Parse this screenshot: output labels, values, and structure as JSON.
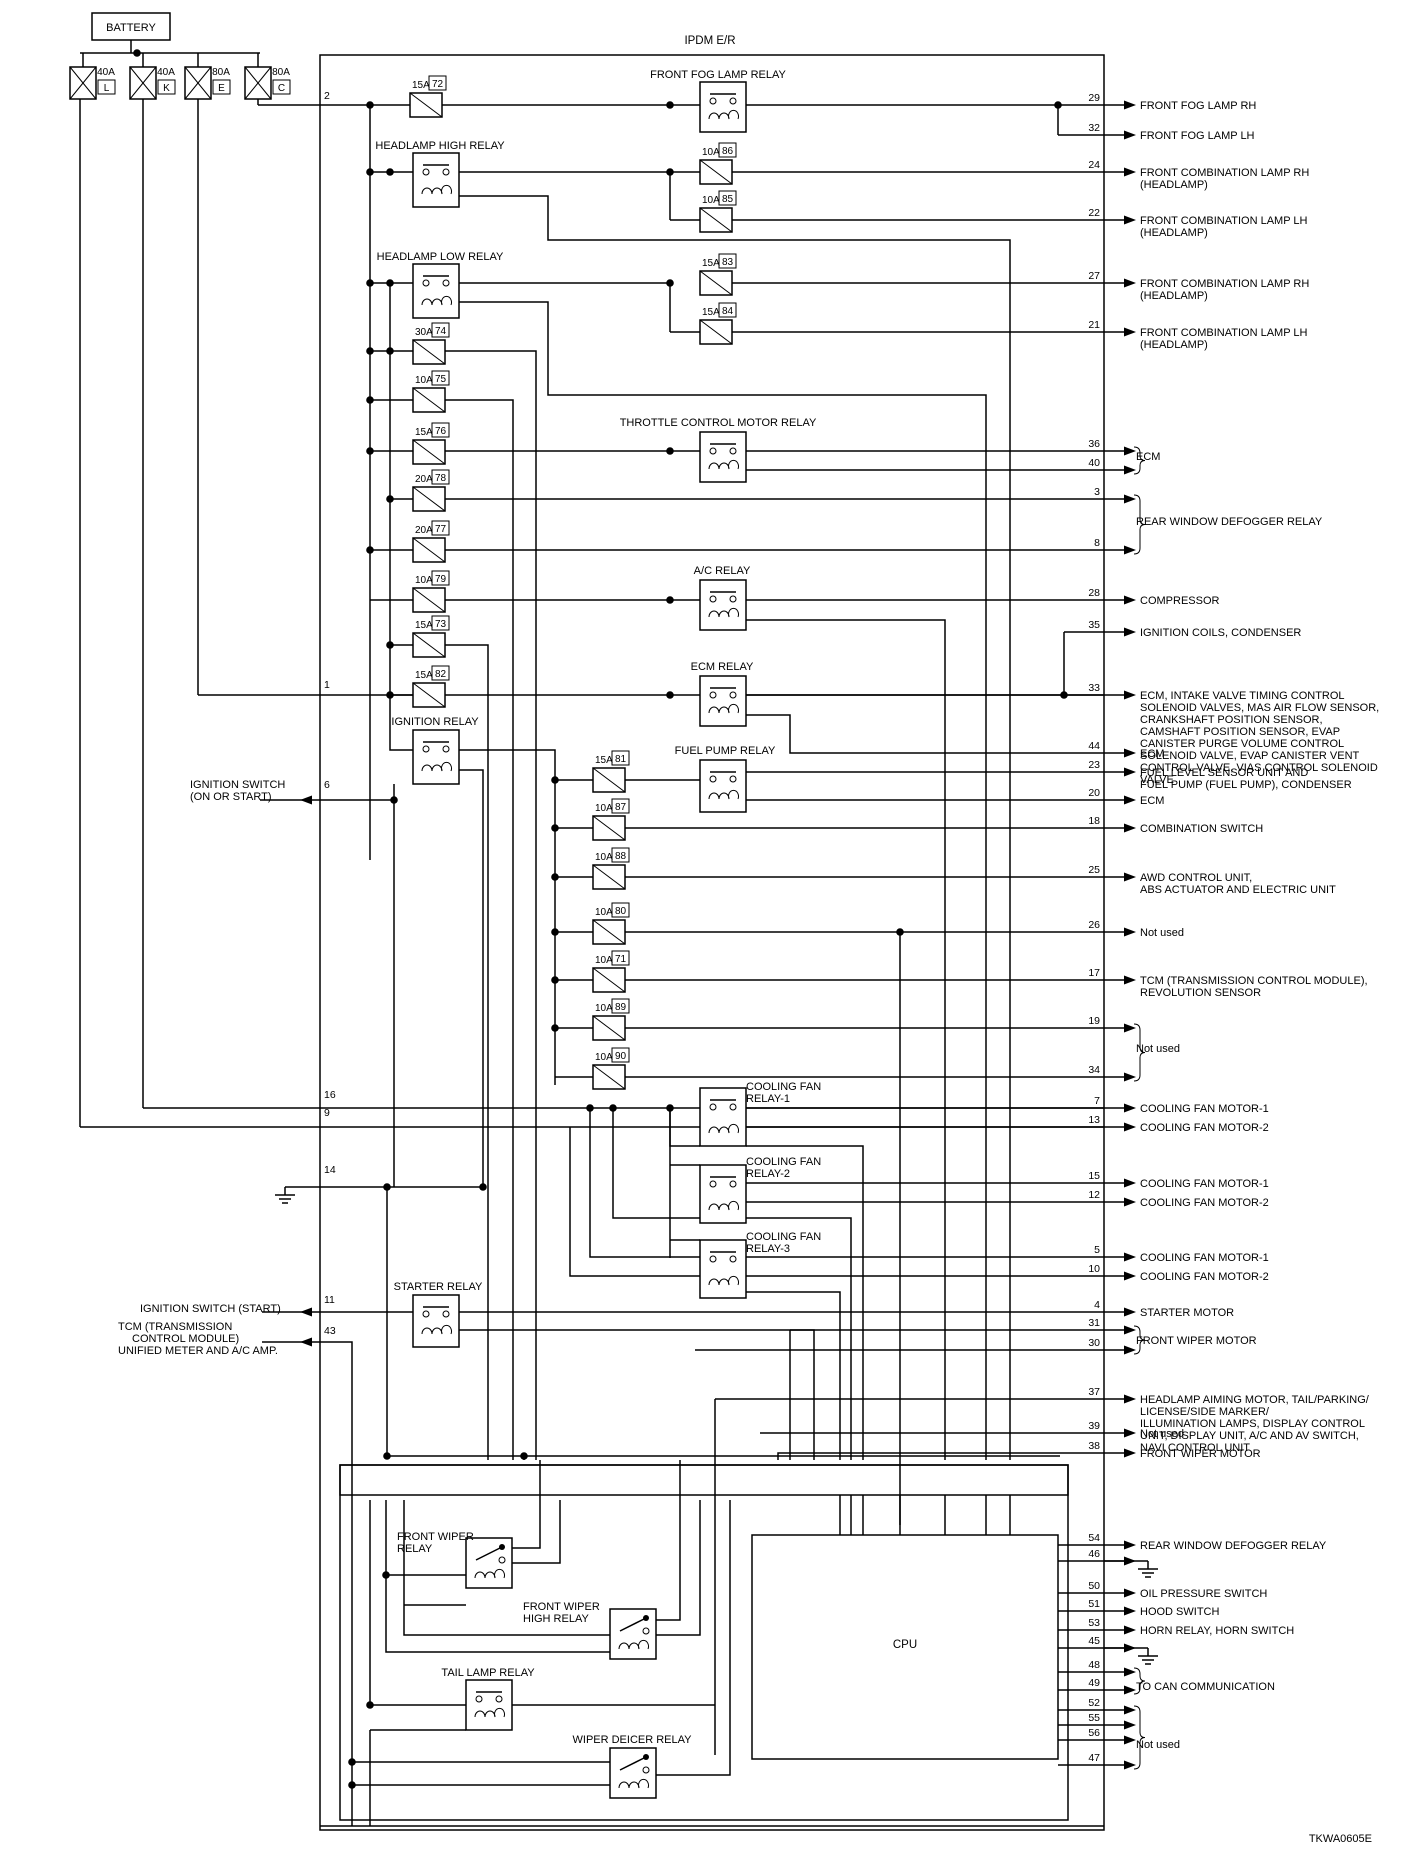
{
  "battery": {
    "label": "BATTERY"
  },
  "main_fuses": [
    {
      "amp": "40A",
      "id": "L"
    },
    {
      "amp": "40A",
      "id": "K"
    },
    {
      "amp": "80A",
      "id": "E"
    },
    {
      "amp": "80A",
      "id": "C"
    }
  ],
  "module": {
    "title": "IPDM E/R",
    "cpu_label": "CPU"
  },
  "fuses": [
    {
      "amp": "15A",
      "num": "72"
    },
    {
      "amp": "10A",
      "num": "86"
    },
    {
      "amp": "10A",
      "num": "85"
    },
    {
      "amp": "15A",
      "num": "83"
    },
    {
      "amp": "15A",
      "num": "84"
    },
    {
      "amp": "30A",
      "num": "74"
    },
    {
      "amp": "10A",
      "num": "75"
    },
    {
      "amp": "15A",
      "num": "76"
    },
    {
      "amp": "20A",
      "num": "78"
    },
    {
      "amp": "20A",
      "num": "77"
    },
    {
      "amp": "10A",
      "num": "79"
    },
    {
      "amp": "15A",
      "num": "73"
    },
    {
      "amp": "15A",
      "num": "82"
    },
    {
      "amp": "15A",
      "num": "81"
    },
    {
      "amp": "10A",
      "num": "87"
    },
    {
      "amp": "10A",
      "num": "88"
    },
    {
      "amp": "10A",
      "num": "80"
    },
    {
      "amp": "10A",
      "num": "71"
    },
    {
      "amp": "10A",
      "num": "89"
    },
    {
      "amp": "10A",
      "num": "90"
    }
  ],
  "relays": {
    "front_fog": "FRONT FOG LAMP RELAY",
    "headlamp_high": "HEADLAMP HIGH RELAY",
    "headlamp_low": "HEADLAMP LOW RELAY",
    "throttle": "THROTTLE CONTROL MOTOR RELAY",
    "ac": "A/C RELAY",
    "ecm": "ECM RELAY",
    "ignition": "IGNITION RELAY",
    "fuel_pump": "FUEL PUMP RELAY",
    "cooling_fan_1": [
      "COOLING FAN",
      "RELAY-1"
    ],
    "cooling_fan_2": [
      "COOLING FAN",
      "RELAY-2"
    ],
    "cooling_fan_3": [
      "COOLING FAN",
      "RELAY-3"
    ],
    "starter": "STARTER RELAY",
    "front_wiper": [
      "FRONT WIPER",
      "RELAY"
    ],
    "front_wiper_high": [
      "FRONT WIPER",
      "HIGH RELAY"
    ],
    "tail_lamp": "TAIL LAMP RELAY",
    "wiper_deicer": "WIPER DEICER RELAY"
  },
  "left_terminals": {
    "ign_on": {
      "pin": "6",
      "label": [
        "IGNITION SWITCH",
        "(ON OR START)"
      ]
    },
    "ign_start": {
      "pin": "11",
      "label": [
        "IGNITION SWITCH (START)"
      ]
    },
    "tcm": {
      "pin": "43",
      "label": [
        "TCM (TRANSMISSION",
        "CONTROL MODULE)",
        "UNIFIED METER AND A/C AMP."
      ]
    },
    "pin2": "2",
    "pin1": "1",
    "pin16": "16",
    "pin9": "9",
    "pin14": "14"
  },
  "outputs": [
    {
      "pin": "29",
      "label": [
        "FRONT FOG LAMP RH"
      ]
    },
    {
      "pin": "32",
      "label": [
        "FRONT FOG LAMP LH"
      ]
    },
    {
      "pin": "24",
      "label": [
        "FRONT COMBINATION LAMP RH",
        "(HEADLAMP)"
      ]
    },
    {
      "pin": "22",
      "label": [
        "FRONT COMBINATION LAMP LH",
        "(HEADLAMP)"
      ]
    },
    {
      "pin": "27",
      "label": [
        "FRONT COMBINATION LAMP RH",
        "(HEADLAMP)"
      ]
    },
    {
      "pin": "21",
      "label": [
        "FRONT COMBINATION LAMP LH",
        "(HEADLAMP)"
      ]
    },
    {
      "pin": "36",
      "label": []
    },
    {
      "pin": "40",
      "label": []
    },
    {
      "pin": "3",
      "label": []
    },
    {
      "pin": "8",
      "label": []
    },
    {
      "pin": "28",
      "label": [
        "COMPRESSOR"
      ]
    },
    {
      "pin": "35",
      "label": [
        "IGNITION COILS, CONDENSER"
      ]
    },
    {
      "pin": "33",
      "label": [
        "ECM, INTAKE VALVE TIMING CONTROL",
        "SOLENOID VALVES, MAS AIR FLOW SENSOR,",
        "CRANKSHAFT POSITION SENSOR,",
        "CAMSHAFT POSITION SENSOR, EVAP",
        "CANISTER PURGE VOLUME CONTROL",
        "SOLENOID VALVE, EVAP CANISTER VENT",
        "CONTROL VALVE, VIAS CONTROL SOLENOID",
        "VALVE"
      ]
    },
    {
      "pin": "44",
      "label": [
        "ECM"
      ]
    },
    {
      "pin": "23",
      "label": [
        "FUEL LEVEL SENSOR UNIT AND",
        "FUEL PUMP (FUEL PUMP), CONDENSER"
      ]
    },
    {
      "pin": "20",
      "label": [
        "ECM"
      ]
    },
    {
      "pin": "18",
      "label": [
        "COMBINATION SWITCH"
      ]
    },
    {
      "pin": "25",
      "label": [
        "AWD CONTROL UNIT,",
        "ABS ACTUATOR AND ELECTRIC UNIT"
      ]
    },
    {
      "pin": "26",
      "label": [
        "Not used"
      ]
    },
    {
      "pin": "17",
      "label": [
        "TCM (TRANSMISSION CONTROL MODULE),",
        "REVOLUTION SENSOR"
      ]
    },
    {
      "pin": "19",
      "label": []
    },
    {
      "pin": "34",
      "label": []
    },
    {
      "pin": "7",
      "label": [
        "COOLING FAN MOTOR-1"
      ]
    },
    {
      "pin": "13",
      "label": [
        "COOLING FAN MOTOR-2"
      ]
    },
    {
      "pin": "15",
      "label": [
        "COOLING FAN MOTOR-1"
      ]
    },
    {
      "pin": "12",
      "label": [
        "COOLING FAN MOTOR-2"
      ]
    },
    {
      "pin": "5",
      "label": [
        "COOLING FAN MOTOR-1"
      ]
    },
    {
      "pin": "10",
      "label": [
        "COOLING FAN MOTOR-2"
      ]
    },
    {
      "pin": "4",
      "label": [
        "STARTER MOTOR"
      ]
    },
    {
      "pin": "31",
      "label": []
    },
    {
      "pin": "30",
      "label": []
    },
    {
      "pin": "37",
      "label": [
        "HEADLAMP AIMING MOTOR, TAIL/PARKING/",
        "LICENSE/SIDE MARKER/",
        "ILLUMINATION LAMPS, DISPLAY CONTROL",
        "UNIT, DISPLAY UNIT, A/C AND AV SWITCH,",
        "NAVI CONTROL UNIT"
      ]
    },
    {
      "pin": "39",
      "label": [
        "Not used"
      ]
    },
    {
      "pin": "38",
      "label": [
        "FRONT WIPER MOTOR"
      ]
    },
    {
      "pin": "54",
      "label": [
        "REAR WINDOW DEFOGGER RELAY"
      ]
    },
    {
      "pin": "46",
      "label": []
    },
    {
      "pin": "50",
      "label": [
        "OIL PRESSURE SWITCH"
      ]
    },
    {
      "pin": "51",
      "label": [
        "HOOD SWITCH"
      ]
    },
    {
      "pin": "53",
      "label": [
        "HORN RELAY, HORN SWITCH"
      ]
    },
    {
      "pin": "45",
      "label": []
    },
    {
      "pin": "48",
      "label": []
    },
    {
      "pin": "49",
      "label": []
    },
    {
      "pin": "52",
      "label": []
    },
    {
      "pin": "55",
      "label": []
    },
    {
      "pin": "56",
      "label": []
    },
    {
      "pin": "47",
      "label": []
    }
  ],
  "brace_groups": [
    {
      "label": "ECM"
    },
    {
      "label": "REAR WINDOW DEFOGGER RELAY"
    },
    {
      "label": "Not used"
    },
    {
      "label": "FRONT WIPER MOTOR"
    },
    {
      "label": "TO CAN COMMUNICATION"
    },
    {
      "label": "Not used"
    }
  ],
  "figure_code": "TKWA0605E"
}
